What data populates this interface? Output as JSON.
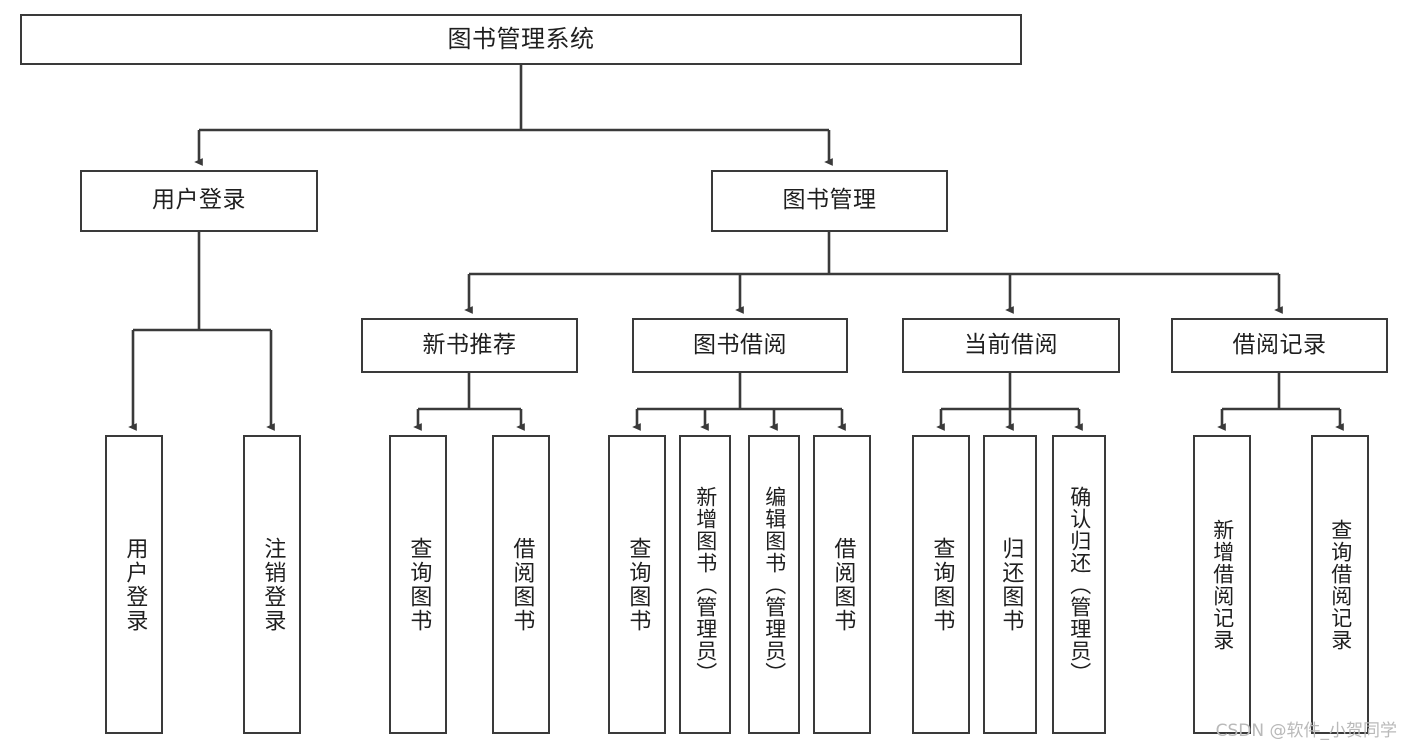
{
  "diagram": {
    "title": "图书管理系统",
    "type": "tree-hierarchy-diagram",
    "watermark": "CSDN @软件_小贺同学",
    "colors": {
      "border": "#3a3a3a",
      "text": "#1f1f1f",
      "background": "#ffffff",
      "watermark": "#b9b9b9"
    },
    "nodes": {
      "root": {
        "label": "图书管理系统",
        "level": 1
      },
      "level2": [
        {
          "id": "user-login",
          "label": "用户登录"
        },
        {
          "id": "book-management",
          "label": "图书管理"
        }
      ],
      "level3": [
        {
          "id": "new-book-recommend",
          "label": "新书推荐"
        },
        {
          "id": "book-borrow",
          "label": "图书借阅"
        },
        {
          "id": "current-borrow",
          "label": "当前借阅"
        },
        {
          "id": "borrow-record",
          "label": "借阅记录"
        }
      ],
      "leaves": {
        "user-login": [
          {
            "id": "leaf-user-login",
            "label": "用户登录"
          },
          {
            "id": "leaf-logout",
            "label": "注销登录"
          }
        ],
        "new-book-recommend": [
          {
            "id": "leaf-query-book-1",
            "label": "查询图书"
          },
          {
            "id": "leaf-borrow-book-1",
            "label": "借阅图书"
          }
        ],
        "book-borrow": [
          {
            "id": "leaf-query-book-2",
            "label": "查询图书"
          },
          {
            "id": "leaf-add-book",
            "label": "新增图书（管理员）"
          },
          {
            "id": "leaf-edit-book",
            "label": "编辑图书（管理员）"
          },
          {
            "id": "leaf-borrow-book-2",
            "label": "借阅图书"
          }
        ],
        "current-borrow": [
          {
            "id": "leaf-query-book-3",
            "label": "查询图书"
          },
          {
            "id": "leaf-return-book",
            "label": "归还图书"
          },
          {
            "id": "leaf-confirm-return",
            "label": "确认归还（管理员）"
          }
        ],
        "borrow-record": [
          {
            "id": "leaf-add-record",
            "label": "新增借阅记录"
          },
          {
            "id": "leaf-query-record",
            "label": "查询借阅记录"
          }
        ]
      }
    }
  }
}
